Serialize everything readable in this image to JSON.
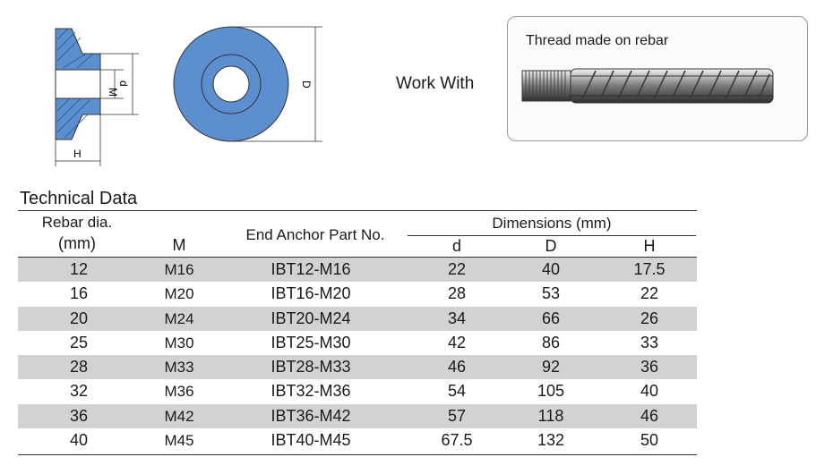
{
  "drawing": {
    "label_M": "M",
    "label_d": "d",
    "label_D": "D",
    "label_H": "H",
    "fill_color": "#5b8fd0"
  },
  "work_with": "Work With",
  "rebar_caption": "Thread made on rebar",
  "table": {
    "title": "Technical Data",
    "headers": {
      "rebar_line1": "Rebar dia.",
      "rebar_line2": "(mm)",
      "m": "M",
      "part": "End Anchor Part No.",
      "dimensions": "Dimensions (mm)",
      "d": "d",
      "D": "D",
      "H": "H"
    },
    "rows": [
      {
        "rebar": "12",
        "m": "M16",
        "part": "IBT12-M16",
        "d": "22",
        "D": "40",
        "H": "17.5"
      },
      {
        "rebar": "16",
        "m": "M20",
        "part": "IBT16-M20",
        "d": "28",
        "D": "53",
        "H": "22"
      },
      {
        "rebar": "20",
        "m": "M24",
        "part": "IBT20-M24",
        "d": "34",
        "D": "66",
        "H": "26"
      },
      {
        "rebar": "25",
        "m": "M30",
        "part": "IBT25-M30",
        "d": "42",
        "D": "86",
        "H": "33"
      },
      {
        "rebar": "28",
        "m": "M33",
        "part": "IBT28-M33",
        "d": "46",
        "D": "92",
        "H": "36"
      },
      {
        "rebar": "32",
        "m": "M36",
        "part": "IBT32-M36",
        "d": "54",
        "D": "105",
        "H": "40"
      },
      {
        "rebar": "36",
        "m": "M42",
        "part": "IBT36-M42",
        "d": "57",
        "D": "118",
        "H": "46"
      },
      {
        "rebar": "40",
        "m": "M45",
        "part": "IBT40-M45",
        "d": "67.5",
        "D": "132",
        "H": "50"
      }
    ],
    "shade_color": "#d2d2d2"
  }
}
